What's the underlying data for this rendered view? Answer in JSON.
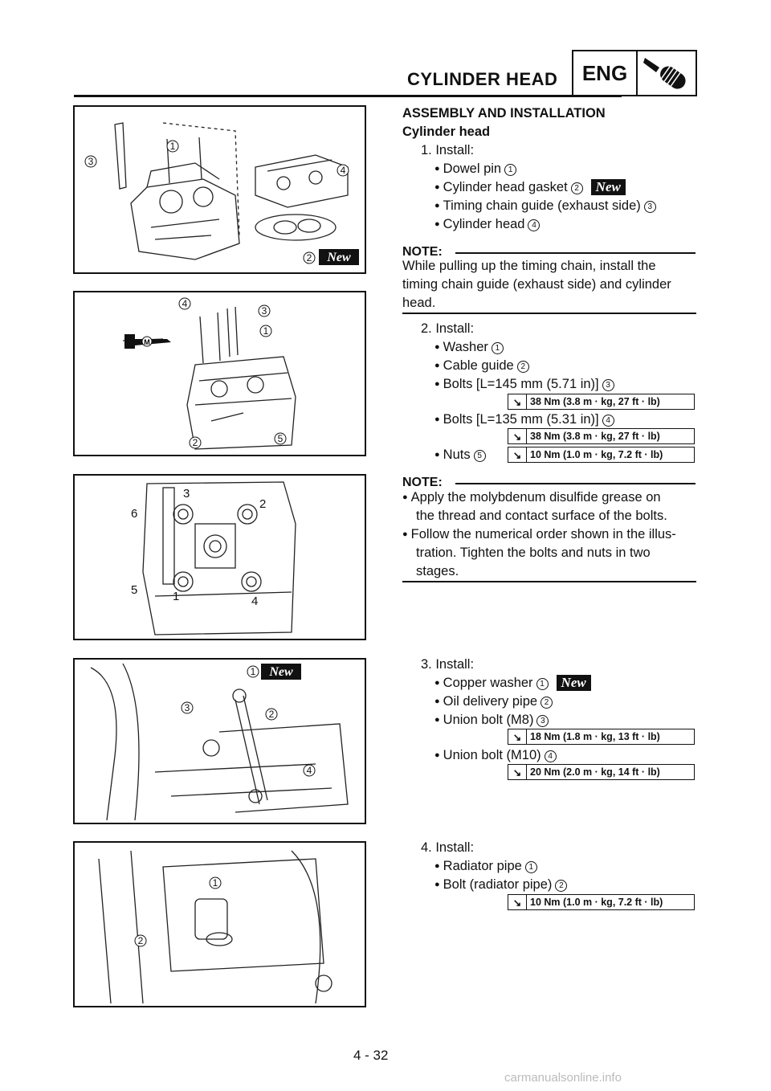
{
  "header": {
    "section_title": "CYLINDER HEAD",
    "eng_label": "ENG",
    "icon": "wrench-engine-icon"
  },
  "section": {
    "heading": "ASSEMBLY AND INSTALLATION",
    "subheading": "Cylinder head"
  },
  "step1": {
    "label": "1. Install:",
    "items": [
      {
        "text": "Dowel pin",
        "num": "1"
      },
      {
        "text": "Cylinder head gasket",
        "num": "2",
        "new": "New"
      },
      {
        "text": "Timing chain guide (exhaust side)",
        "num": "3"
      },
      {
        "text": "Cylinder head",
        "num": "4"
      }
    ]
  },
  "note1": {
    "head": "NOTE:",
    "lines": [
      "While pulling up the timing chain, install the",
      "timing chain guide (exhaust side) and cylinder",
      "head."
    ]
  },
  "step2": {
    "label": "2. Install:",
    "items": [
      {
        "text": "Washer",
        "num": "1"
      },
      {
        "text": "Cable guide",
        "num": "2"
      },
      {
        "text": "Bolts [L=145 mm (5.71 in)]",
        "num": "3",
        "torque": "38 Nm (3.8 m · kg, 27 ft · lb)"
      },
      {
        "text": "Bolts [L=135 mm (5.31 in)]",
        "num": "4",
        "torque": "38 Nm (3.8 m · kg, 27 ft · lb)"
      },
      {
        "text": "Nuts",
        "num": "5",
        "torque": "10 Nm (1.0 m · kg, 7.2 ft · lb)"
      }
    ]
  },
  "note2": {
    "head": "NOTE:",
    "bullets": [
      [
        "Apply the molybdenum disulfide grease on",
        "the thread and contact surface of the bolts."
      ],
      [
        "Follow the numerical order shown in the illus-",
        "tration. Tighten the bolts and nuts in two",
        "stages."
      ]
    ]
  },
  "step3": {
    "label": "3. Install:",
    "items": [
      {
        "text": "Copper washer",
        "num": "1",
        "new": "New"
      },
      {
        "text": "Oil delivery pipe",
        "num": "2"
      },
      {
        "text": "Union bolt (M8)",
        "num": "3",
        "torque": "18 Nm (1.8 m · kg, 13 ft · lb)"
      },
      {
        "text": "Union bolt (M10)",
        "num": "4",
        "torque": "20 Nm (2.0 m · kg, 14 ft · lb)"
      }
    ]
  },
  "step4": {
    "label": "4. Install:",
    "items": [
      {
        "text": "Radiator pipe",
        "num": "1"
      },
      {
        "text": "Bolt (radiator pipe)",
        "num": "2",
        "torque": "10 Nm (1.0 m · kg, 7.2 ft · lb)"
      }
    ]
  },
  "figures": {
    "fig1_labels": [
      "1",
      "2",
      "3",
      "4"
    ],
    "fig1_new": "New",
    "fig2_labels": [
      "1",
      "2",
      "3",
      "4",
      "5"
    ],
    "fig2_m": "M",
    "fig3_labels": [
      "1",
      "2",
      "3",
      "4",
      "5",
      "6"
    ],
    "fig4_labels": [
      "1",
      "2",
      "3",
      "4"
    ],
    "fig4_new": "New",
    "fig5_labels": [
      "1",
      "2"
    ]
  },
  "footer": {
    "page_number": "4 - 32",
    "watermark": "carmanualsonline.info"
  }
}
